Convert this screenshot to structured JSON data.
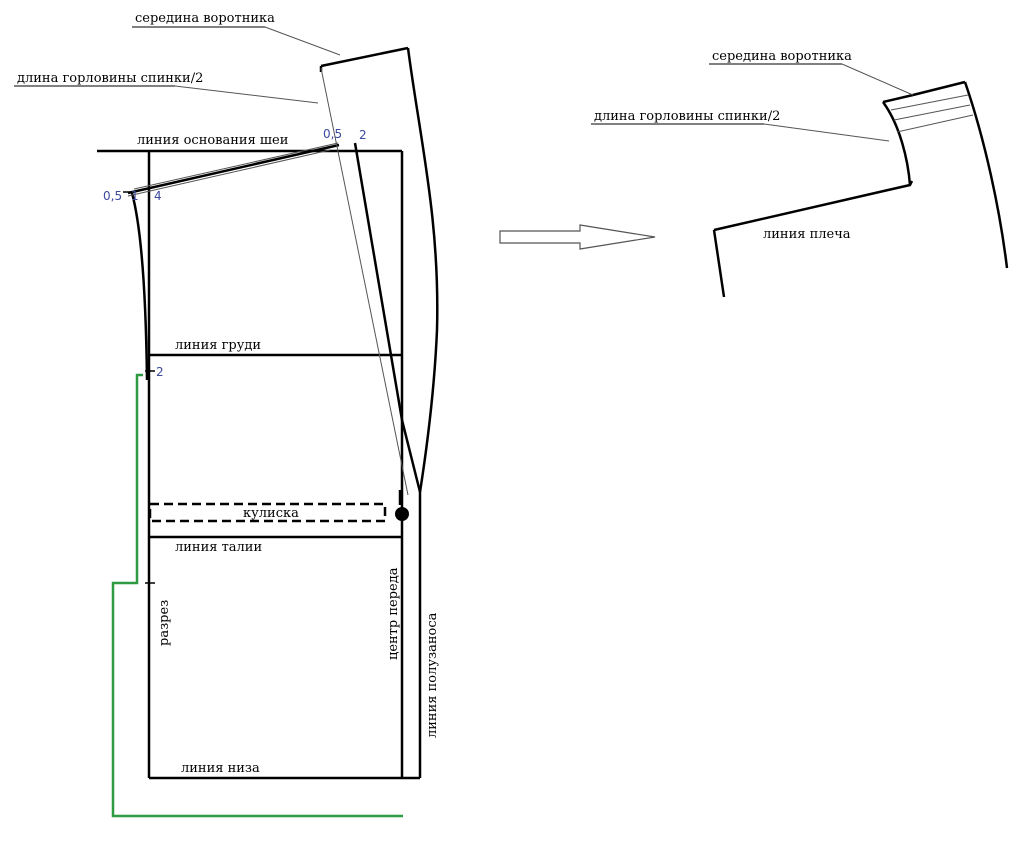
{
  "colors": {
    "line": "#000000",
    "numbers": "#3b4a9e",
    "green": "#2e9a42",
    "thin": "#555555"
  },
  "labels": {
    "collar_middle": "середина воротника",
    "back_neck_half": "длина горловины спинки/2",
    "neck_base_line": "линия основания шеи",
    "chest_line": "линия груди",
    "drawstring": "кулиска",
    "waist_line": "линия талии",
    "slit": "разрез",
    "front_center": "центр переда",
    "wrap_line": "линия полузаноса",
    "hem_line": "линия низа",
    "shoulder_line": "линия плеча"
  },
  "numbers": {
    "n_05_left": "0,5",
    "n_1": "1",
    "n_4": "4",
    "n_05_top": "0,5",
    "n_2_top": "2",
    "n_2_chest": "2"
  }
}
